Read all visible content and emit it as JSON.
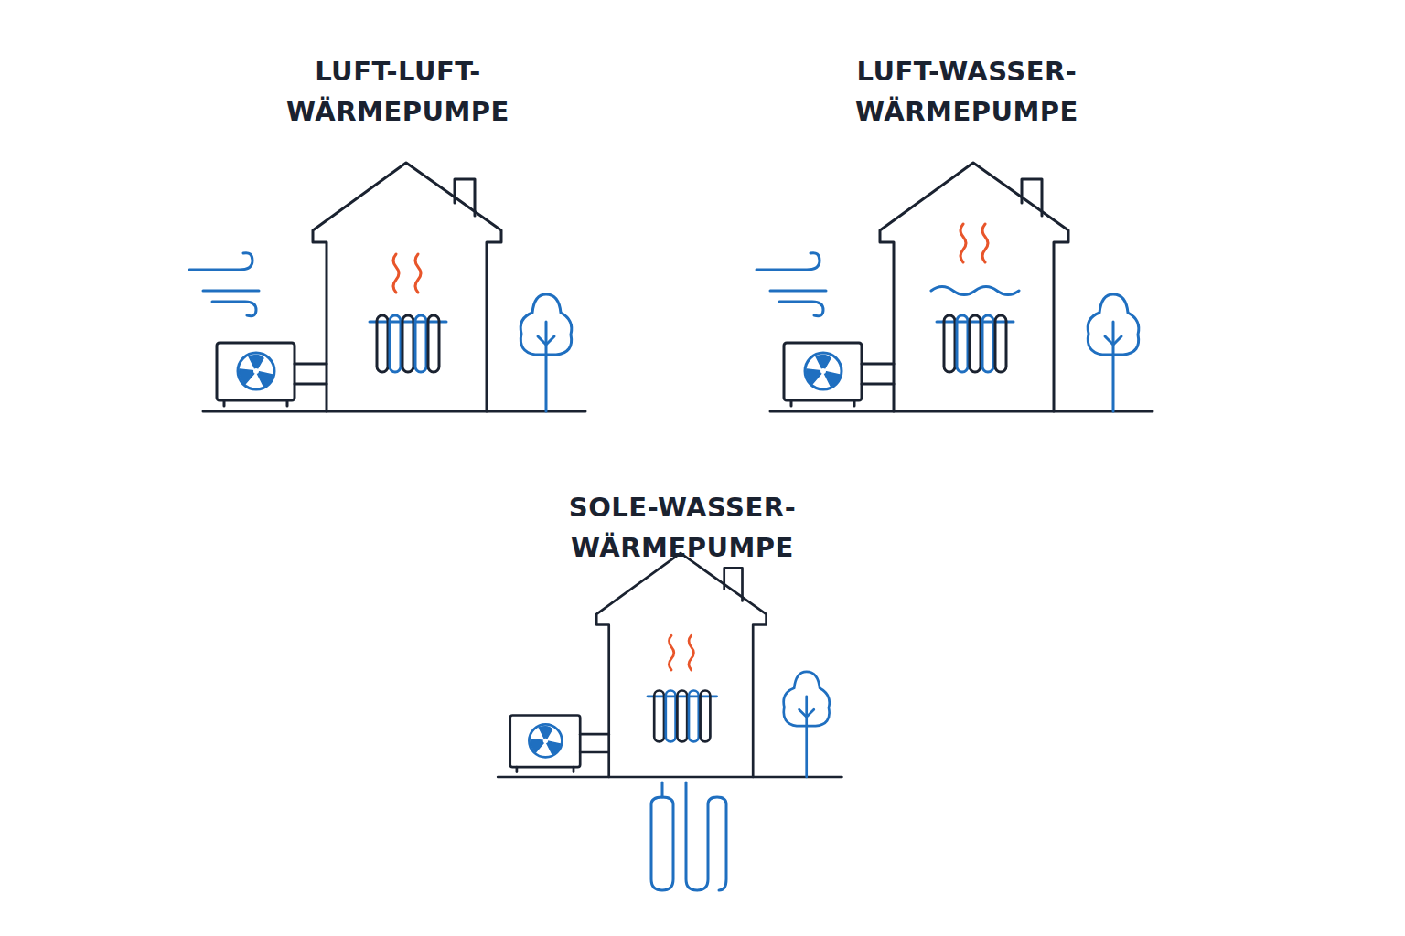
{
  "diagram": {
    "labels": [
      "LUFT-LUFT- WÄRMEPUMPE",
      "LUFT-WASSER- WÄRMEPUMPE",
      "SOLE-WASSER- WÄRMEPUMPE"
    ]
  }
}
